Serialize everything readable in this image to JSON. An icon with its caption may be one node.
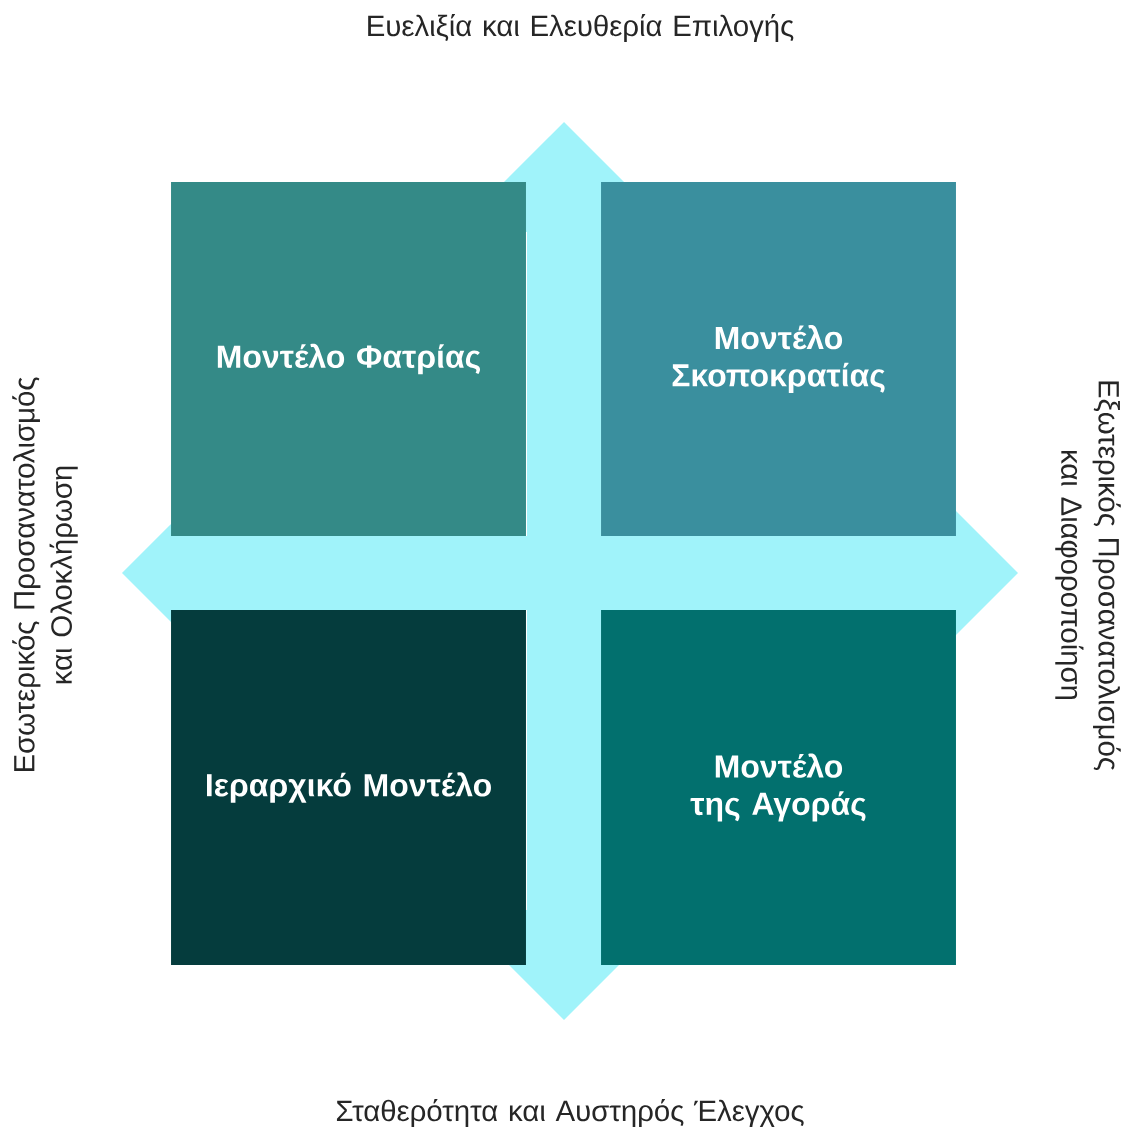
{
  "diagram": {
    "nodes": [
      {
        "text": [
          "Μοντέλο Φατρίας"
        ]
      },
      {
        "text": [
          "Μοντέλο Σκοποκρατίας"
        ]
      },
      {
        "text": [
          "Ιεραρχικό Μοντέλο"
        ]
      },
      {
        "text": [
          "Μοντέλο της Αγοράς"
        ]
      }
    ],
    "labels": [
      "Ευελιξία και Ελευθερία Επιλογής",
      "Εσωτερικός Προσανατολισμός και Ολοκλήρωση",
      "Εξωτερικός Προσανατολισμός και Διαφοροποίηση",
      "Σταθερότητα και Αυστηρός Έλεγχος"
    ]
  }
}
